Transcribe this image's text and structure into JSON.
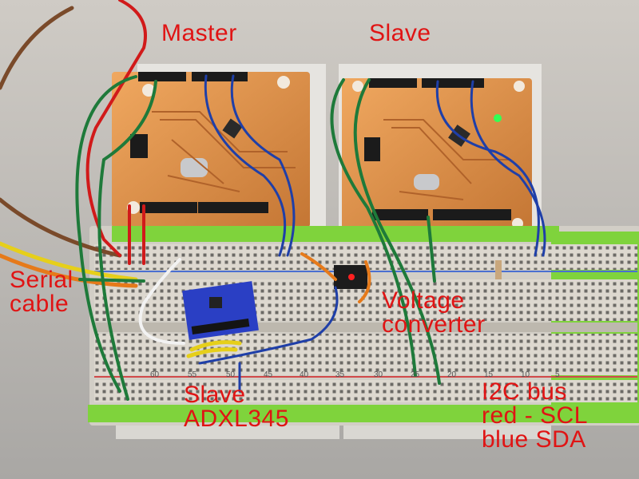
{
  "labels": {
    "master": "Master",
    "slave": "Slave",
    "serial": [
      "Serial",
      "cable"
    ],
    "voltage": [
      "Voltage",
      "converter"
    ],
    "slave_adxl": [
      "Slave",
      "ADXL345"
    ],
    "i2c": [
      "I2C bus",
      "red - SCL",
      "blue SDA"
    ]
  },
  "breadboard_numbers": [
    "5",
    "10",
    "15",
    "20",
    "25",
    "30",
    "35",
    "40",
    "45",
    "50",
    "55",
    "60"
  ],
  "colors": {
    "label": "#e01414",
    "pcb": "#d9894a",
    "breadboard": "#ddd8cf",
    "rail_green": "#7fd33c",
    "wire_green": "#1e7a3a",
    "wire_blue": "#1f3fa8",
    "wire_red": "#d11a1a",
    "wire_brown": "#7a4a2a",
    "wire_yellow": "#e6cf1a",
    "wire_orange": "#e67a1a",
    "wire_white": "#f2f2f2"
  }
}
